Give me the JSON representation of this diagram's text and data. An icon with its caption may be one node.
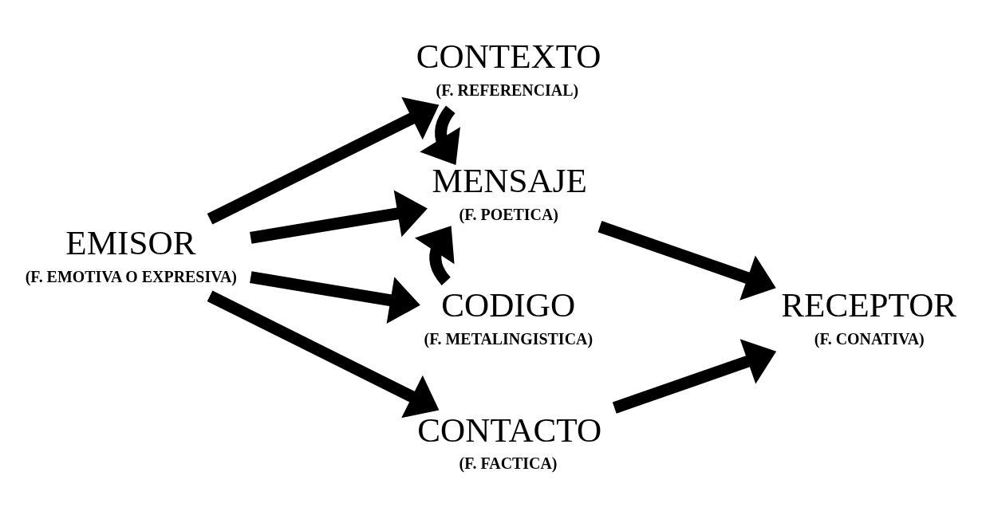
{
  "diagram": {
    "nodes": [
      {
        "text": [
          "EMISOR",
          "(F. EMOTIVA O EXPRESIVA)"
        ]
      },
      {
        "text": [
          "CONTEXTO",
          "(F. REFERENCIAL)"
        ]
      },
      {
        "text": [
          "MENSAJE",
          "(F. POETICA)"
        ]
      },
      {
        "text": [
          "CODIGO",
          "(F. METALINGISTICA)"
        ]
      },
      {
        "text": [
          "CONTACTO",
          "(F. FACTICA)"
        ]
      },
      {
        "text": [
          "RECEPTOR",
          "(F. CONATIVA)"
        ]
      }
    ],
    "edges": [
      {
        "from": 0,
        "to": 1,
        "arrow": "to"
      },
      {
        "from": 0,
        "to": 2,
        "arrow": "to"
      },
      {
        "from": 0,
        "to": 3,
        "arrow": "to"
      },
      {
        "from": 0,
        "to": 4,
        "arrow": "to"
      },
      {
        "from": 1,
        "to": 2,
        "arrow": "to"
      },
      {
        "from": 3,
        "to": 2,
        "arrow": "to"
      },
      {
        "from": 2,
        "to": 5,
        "arrow": "to"
      },
      {
        "from": 4,
        "to": 5,
        "arrow": "to"
      }
    ]
  }
}
